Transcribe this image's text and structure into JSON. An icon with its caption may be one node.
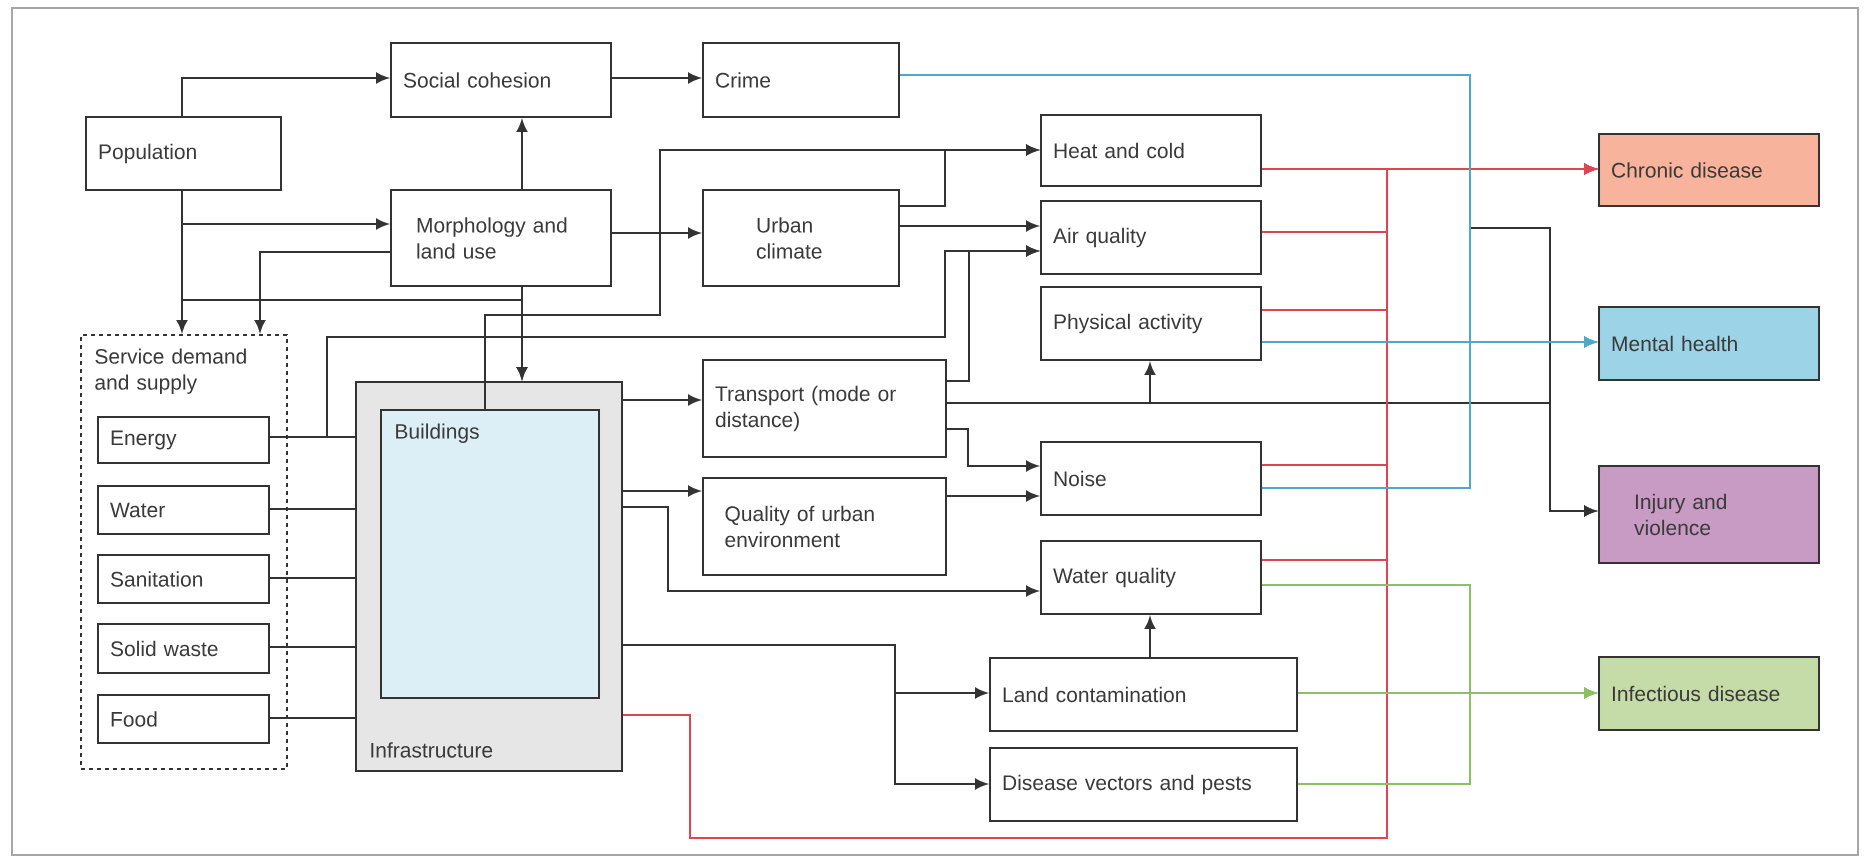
{
  "diagram": {
    "nodes": [
      {
        "text": [
          "Population"
        ]
      },
      {
        "text": [
          "Social cohesion"
        ]
      },
      {
        "text": [
          "Crime"
        ]
      },
      {
        "text": [
          "Morphology and land use"
        ]
      },
      {
        "text": [
          "Urban climate"
        ]
      },
      {
        "text": [
          "Heat and cold"
        ]
      },
      {
        "text": [
          "Air quality"
        ]
      },
      {
        "text": [
          "Physical activity"
        ]
      },
      {
        "text": [
          "Chronic disease"
        ]
      },
      {
        "text": [
          "Mental health"
        ]
      },
      {
        "text": [
          "Service demand and supply"
        ]
      },
      {
        "text": [
          "Energy"
        ],
        "in": 10
      },
      {
        "text": [
          "Water"
        ],
        "in": 10
      },
      {
        "text": [
          "Sanitation"
        ],
        "in": 10
      },
      {
        "text": [
          "Solid waste"
        ],
        "in": 10
      },
      {
        "text": [
          "Food"
        ],
        "in": 10
      },
      {
        "text": [
          "Infrastructure"
        ]
      },
      {
        "text": [
          "Buildings"
        ],
        "in": 16
      },
      {
        "text": [
          "Transport (mode or distance)"
        ]
      },
      {
        "text": [
          "Noise"
        ]
      },
      {
        "text": [
          "Injury and violence"
        ]
      },
      {
        "text": [
          "Quality of urban environment"
        ]
      },
      {
        "text": [
          "Water quality"
        ]
      },
      {
        "text": [
          "Land contamination"
        ]
      },
      {
        "text": [
          "Disease vectors and pests"
        ]
      },
      {
        "text": [
          "Infectious disease"
        ]
      }
    ],
    "edges": [
      {
        "from": 0,
        "to": 1,
        "arrow": "to"
      },
      {
        "from": 0,
        "to": 3,
        "arrow": "to"
      },
      {
        "from": 0,
        "to": 10,
        "arrow": "to"
      },
      {
        "from": 0,
        "to": 16,
        "arrow": "to"
      },
      {
        "from": 3,
        "to": 1,
        "arrow": "to"
      },
      {
        "from": 3,
        "to": 10,
        "arrow": "to"
      },
      {
        "from": 3,
        "to": 16,
        "arrow": "to"
      },
      {
        "from": 3,
        "to": 4,
        "arrow": "to"
      },
      {
        "from": 1,
        "to": 2,
        "arrow": "to"
      },
      {
        "from": 4,
        "to": 5,
        "arrow": "to"
      },
      {
        "from": 4,
        "to": 6,
        "arrow": "to"
      },
      {
        "from": 17,
        "to": 5,
        "arrow": "to"
      },
      {
        "from": 11,
        "to": 6,
        "arrow": "to"
      },
      {
        "from": 18,
        "to": 6,
        "arrow": "to"
      },
      {
        "from": 18,
        "to": 7,
        "arrow": "to"
      },
      {
        "from": 18,
        "to": 20,
        "arrow": "to"
      },
      {
        "from": 18,
        "to": 19,
        "arrow": "to"
      },
      {
        "from": 16,
        "to": 18,
        "arrow": "to"
      },
      {
        "from": 16,
        "to": 21,
        "arrow": "to"
      },
      {
        "from": 21,
        "to": 19,
        "arrow": "to"
      },
      {
        "from": 16,
        "to": 22,
        "arrow": "to"
      },
      {
        "from": 16,
        "to": 23,
        "arrow": "to"
      },
      {
        "from": 16,
        "to": 24,
        "arrow": "to"
      },
      {
        "from": 23,
        "to": 22,
        "arrow": "to"
      },
      {
        "from": 16,
        "to": 8,
        "arrow": "to",
        "color": "#e04452"
      },
      {
        "from": 5,
        "to": 8,
        "arrow": "to",
        "color": "#e04452"
      },
      {
        "from": 6,
        "to": 8,
        "arrow": "to",
        "color": "#e04452"
      },
      {
        "from": 7,
        "to": 8,
        "arrow": "to",
        "color": "#e04452"
      },
      {
        "from": 19,
        "to": 8,
        "arrow": "to",
        "color": "#e04452"
      },
      {
        "from": 22,
        "to": 8,
        "arrow": "to",
        "color": "#e04452"
      },
      {
        "from": 2,
        "to": 9,
        "arrow": "to",
        "color": "#4fa8c8"
      },
      {
        "from": 7,
        "to": 9,
        "arrow": "to",
        "color": "#4fa8c8"
      },
      {
        "from": 19,
        "to": 9,
        "arrow": "to",
        "color": "#4fa8c8"
      },
      {
        "from": 2,
        "to": 20,
        "arrow": "to"
      },
      {
        "from": 22,
        "to": 25,
        "arrow": "to",
        "color": "#8cc063"
      },
      {
        "from": 23,
        "to": 25,
        "arrow": "to",
        "color": "#8cc063"
      },
      {
        "from": 24,
        "to": 25,
        "arrow": "to",
        "color": "#8cc063"
      },
      {
        "from": 11,
        "to": 16,
        "arrow": "none"
      },
      {
        "from": 12,
        "to": 16,
        "arrow": "none"
      },
      {
        "from": 13,
        "to": 16,
        "arrow": "none"
      },
      {
        "from": 14,
        "to": 16,
        "arrow": "none"
      },
      {
        "from": 15,
        "to": 16,
        "arrow": "none"
      }
    ]
  }
}
